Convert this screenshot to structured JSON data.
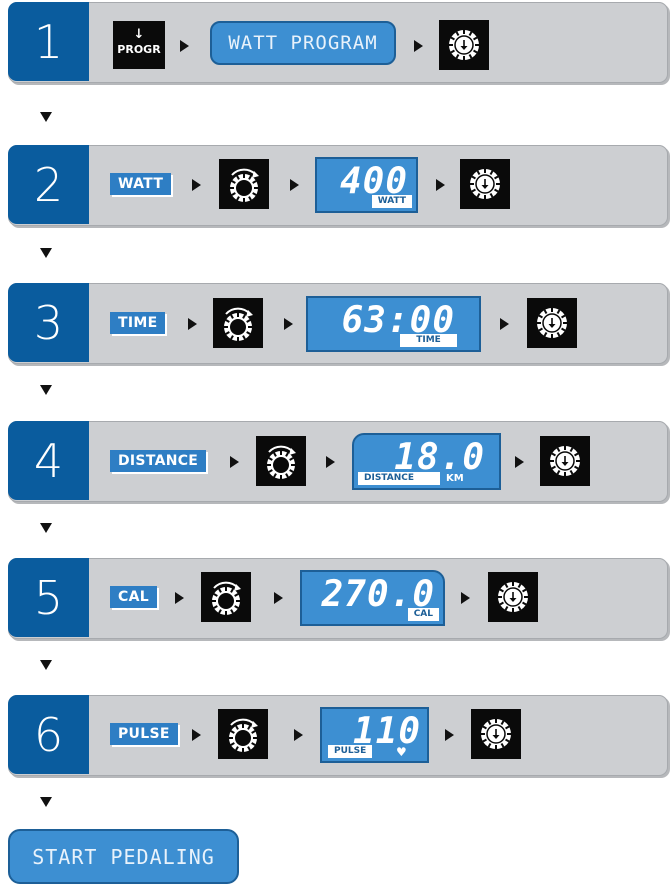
{
  "steps": [
    {
      "number": "1",
      "progr_button": {
        "arrow": "↓",
        "label": "PROGR"
      },
      "program_display": "WATT PROGRAM",
      "confirm_icon": "enter-dial-icon"
    },
    {
      "number": "2",
      "label": "WATT",
      "turn_icon": "rotate-dial-icon",
      "lcd_value": "400",
      "lcd_tag": "WATT",
      "confirm_icon": "enter-dial-icon"
    },
    {
      "number": "3",
      "label": "TIME",
      "turn_icon": "rotate-dial-icon",
      "lcd_value": "63:00",
      "lcd_tag": "TIME",
      "confirm_icon": "enter-dial-icon"
    },
    {
      "number": "4",
      "label": "DISTANCE",
      "turn_icon": "rotate-dial-icon",
      "lcd_value": "18.0",
      "lcd_tag": "DISTANCE",
      "lcd_unit": "KM",
      "confirm_icon": "enter-dial-icon"
    },
    {
      "number": "5",
      "label": "CAL",
      "turn_icon": "rotate-dial-icon",
      "lcd_value": "270.0",
      "lcd_tag": "CAL",
      "confirm_icon": "enter-dial-icon"
    },
    {
      "number": "6",
      "label": "PULSE",
      "turn_icon": "rotate-dial-icon",
      "lcd_value": "110",
      "lcd_tag": "PULSE",
      "lcd_symbol": "♥",
      "confirm_icon": "enter-dial-icon"
    }
  ],
  "start_button": "START PEDALING",
  "colors": {
    "accent": "#0a5c9e",
    "lcd": "#3d8fd2",
    "card": "#cdcfd2",
    "icon_bg": "#0a0a0a"
  }
}
